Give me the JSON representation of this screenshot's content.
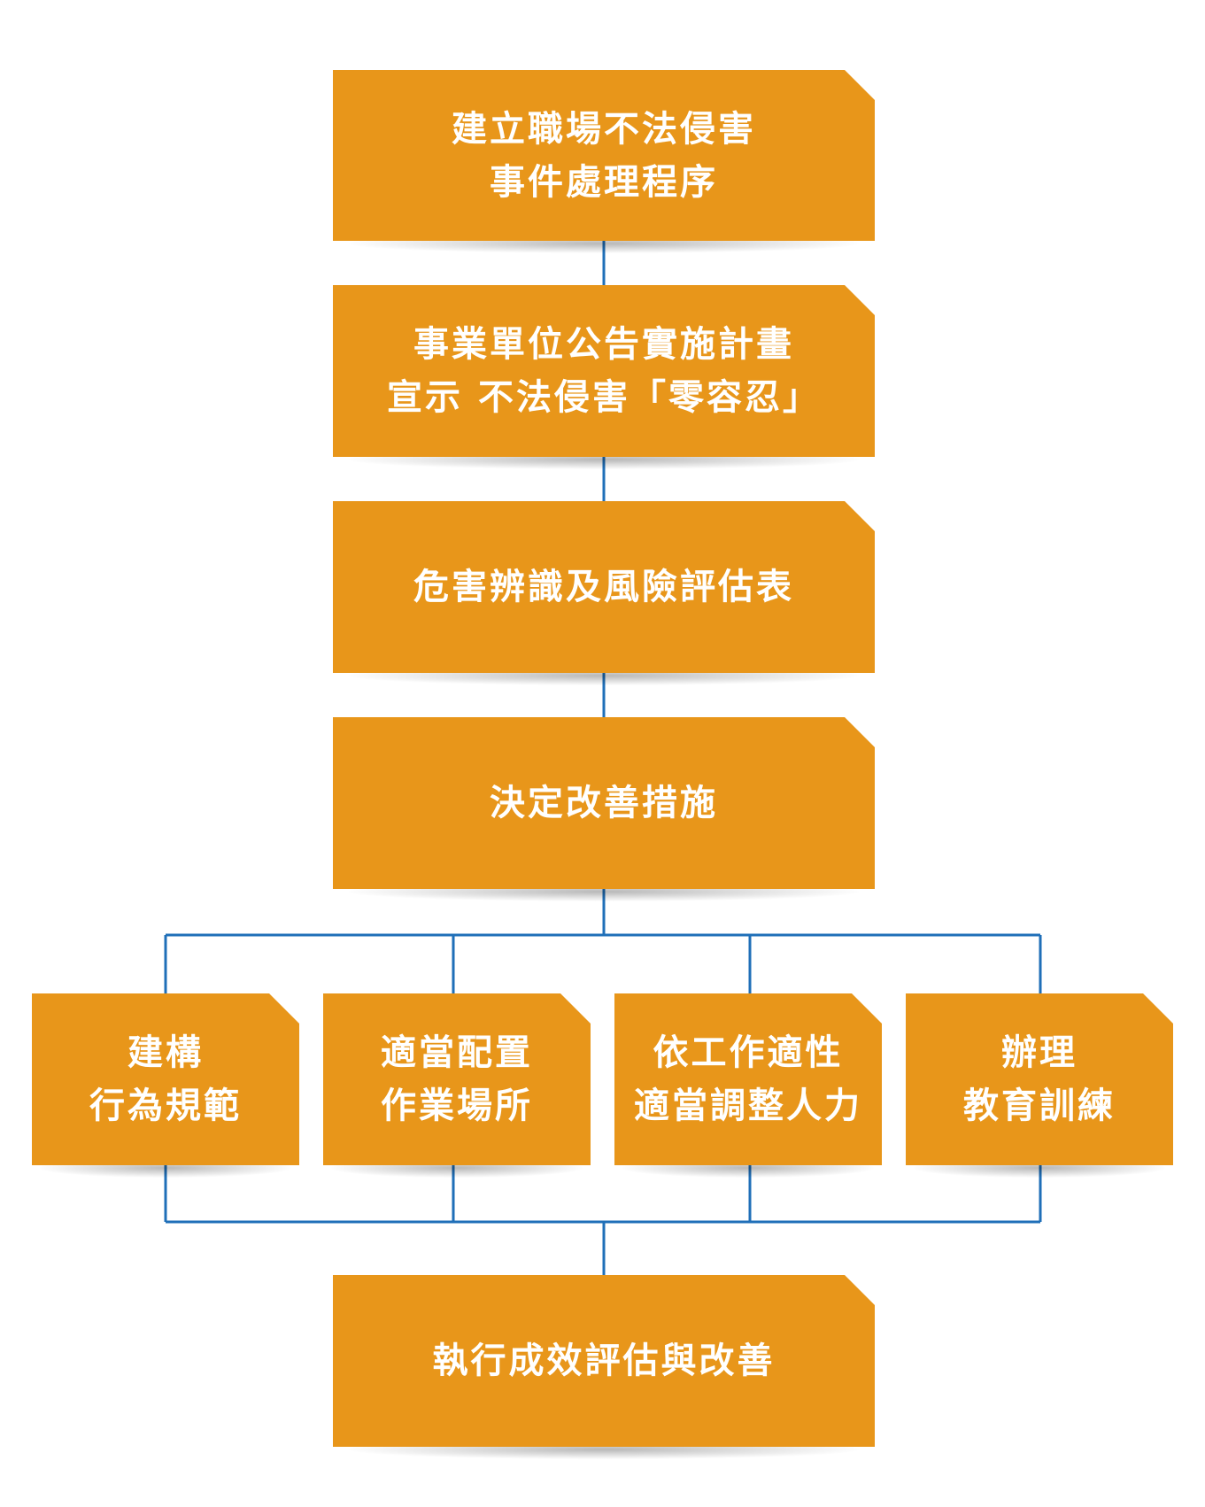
{
  "colors": {
    "box": "#e8961a",
    "connector": "#1f6fb8",
    "text": "#ffffff"
  },
  "steps": [
    {
      "lines": [
        "建立職場不法侵害",
        "事件處理程序"
      ]
    },
    {
      "lines": [
        "事業單位公告實施計畫",
        "宣示 不法侵害「零容忍」"
      ]
    },
    {
      "lines": [
        "危害辨識及風險評估表"
      ]
    },
    {
      "lines": [
        "決定改善措施"
      ]
    }
  ],
  "measures": [
    {
      "lines": [
        "建構",
        "行為規範"
      ]
    },
    {
      "lines": [
        "適當配置",
        "作業場所"
      ]
    },
    {
      "lines": [
        "依工作適性",
        "適當調整人力"
      ]
    },
    {
      "lines": [
        "辦理",
        "教育訓練"
      ]
    }
  ],
  "final": {
    "lines": [
      "執行成效評估與改善"
    ]
  }
}
